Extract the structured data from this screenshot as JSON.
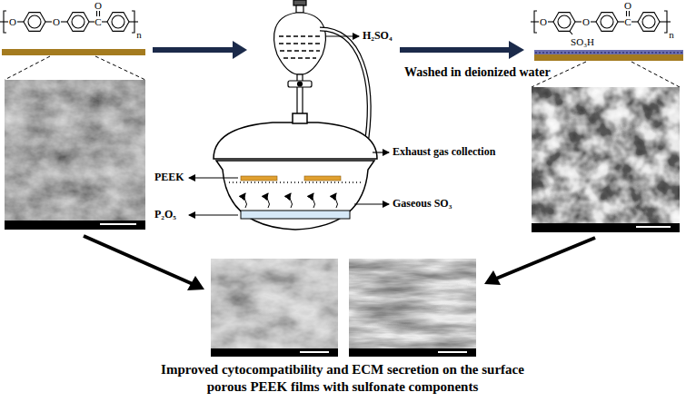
{
  "diagram": {
    "caption": "Improved cytocompatibility and ECM secretion on the surface porous PEEK films with sulfonate components",
    "labels": [
      "O",
      "O",
      "O",
      "C",
      "n",
      "O",
      "O",
      "O",
      "C",
      "SO₃H",
      "n",
      "H₂SO₄",
      "PEEK",
      "P₂O₅",
      "Gaseous SO₃",
      "Exhaust gas collection",
      "Washed in deionized water"
    ]
  }
}
